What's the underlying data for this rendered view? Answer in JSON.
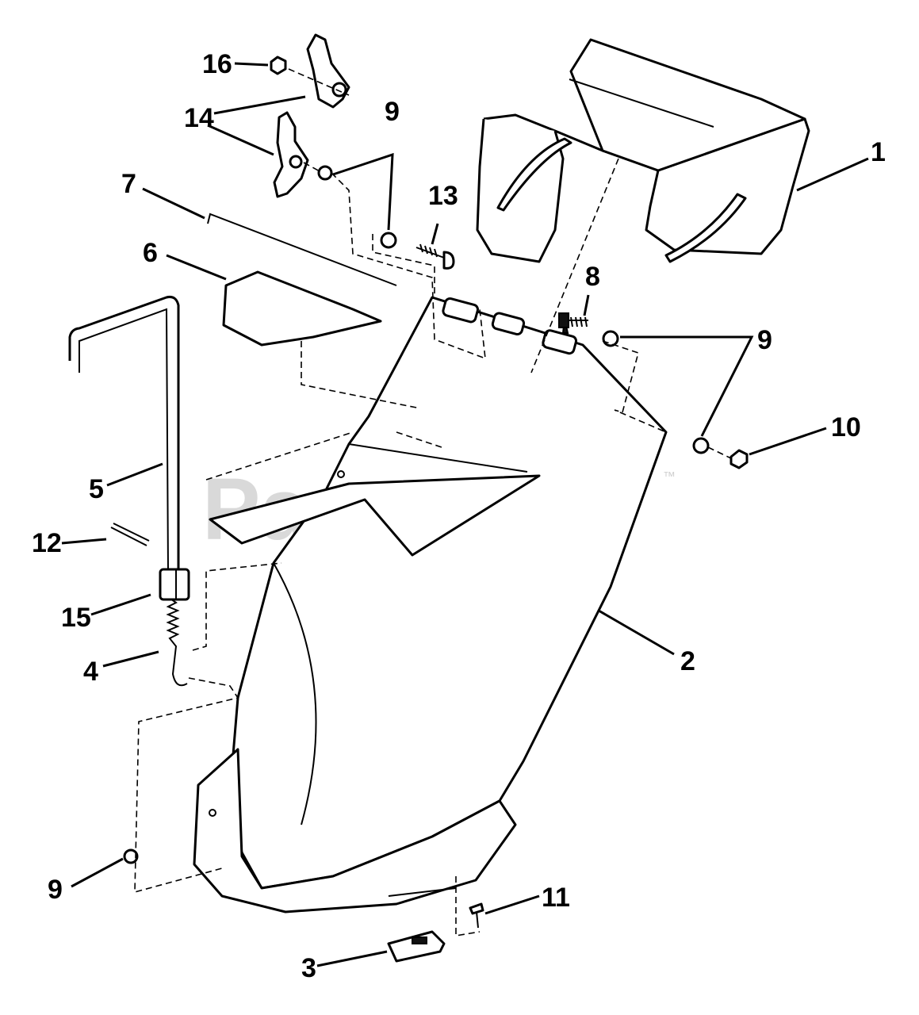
{
  "watermark": {
    "text": "PartsTree",
    "trademark": "™"
  },
  "callouts": {
    "c1": "1",
    "c2": "2",
    "c3": "3",
    "c4": "4",
    "c5": "5",
    "c6": "6",
    "c7": "7",
    "c8": "8",
    "c9a": "9",
    "c9b": "9",
    "c9c": "9",
    "c10": "10",
    "c11": "11",
    "c12": "12",
    "c13": "13",
    "c14": "14",
    "c15": "15",
    "c16": "16"
  }
}
